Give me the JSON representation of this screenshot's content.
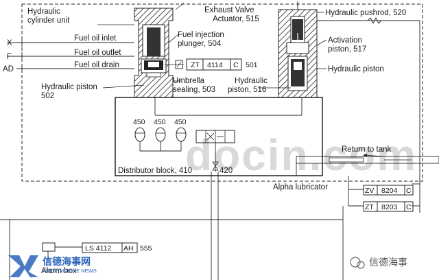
{
  "labels": {
    "hydraulic_cylinder_unit": [
      "Hydraulic",
      "cylinder unit"
    ],
    "exhaust_valve_actuator": [
      "Exhaust Valve",
      "Actuator, 515"
    ],
    "hydraulic_pushrod": "Hydraulic pushrod, 520",
    "fuel_oil_inlet": "Fuel oil inlet",
    "fuel_oil_outlet": "Fuel oil outlet",
    "fuel_oil_drain": "Fuel oil drain",
    "fuel_injection_plunger": [
      "Fuel injection",
      "plunger, 504"
    ],
    "activation_piston": [
      "Activation",
      "piston, 517"
    ],
    "hydraulic_piston_right": "Hydraulic piston",
    "hydraulic_piston_left": [
      "Hydraulic piston",
      "502"
    ],
    "umbrella_sealing": [
      "Umbrella",
      "sealing, 503"
    ],
    "hydraulic_piston_516": [
      "Hydraulic",
      "piston, 516"
    ],
    "return_to_tank": "Return to tank",
    "distributor_block": "Distributor block, 410",
    "valve_420": "420",
    "alpha_lubricator": "Alpha lubricator",
    "alarm_box": "Alarm box",
    "port_x": "X",
    "port_f": "F",
    "port_ad": "AD",
    "accumulators": [
      "450",
      "450",
      "450"
    ]
  },
  "instruments": {
    "zt4114": {
      "tag": "ZT",
      "num": "4114",
      "sfx": "C",
      "ref": "501"
    },
    "zv8204": {
      "tag": "ZV",
      "num": "8204",
      "sfx": "C"
    },
    "zt8203": {
      "tag": "ZT",
      "num": "8203",
      "sfx": "C"
    },
    "ls4112": {
      "tag": "LS 4112",
      "sfx": "AH",
      "ref": "555"
    }
  },
  "watermark": "docin.com",
  "logo": {
    "cn": "信德海事网",
    "en": "XINDE MARINE NEWS"
  },
  "wechat": "信德海事"
}
